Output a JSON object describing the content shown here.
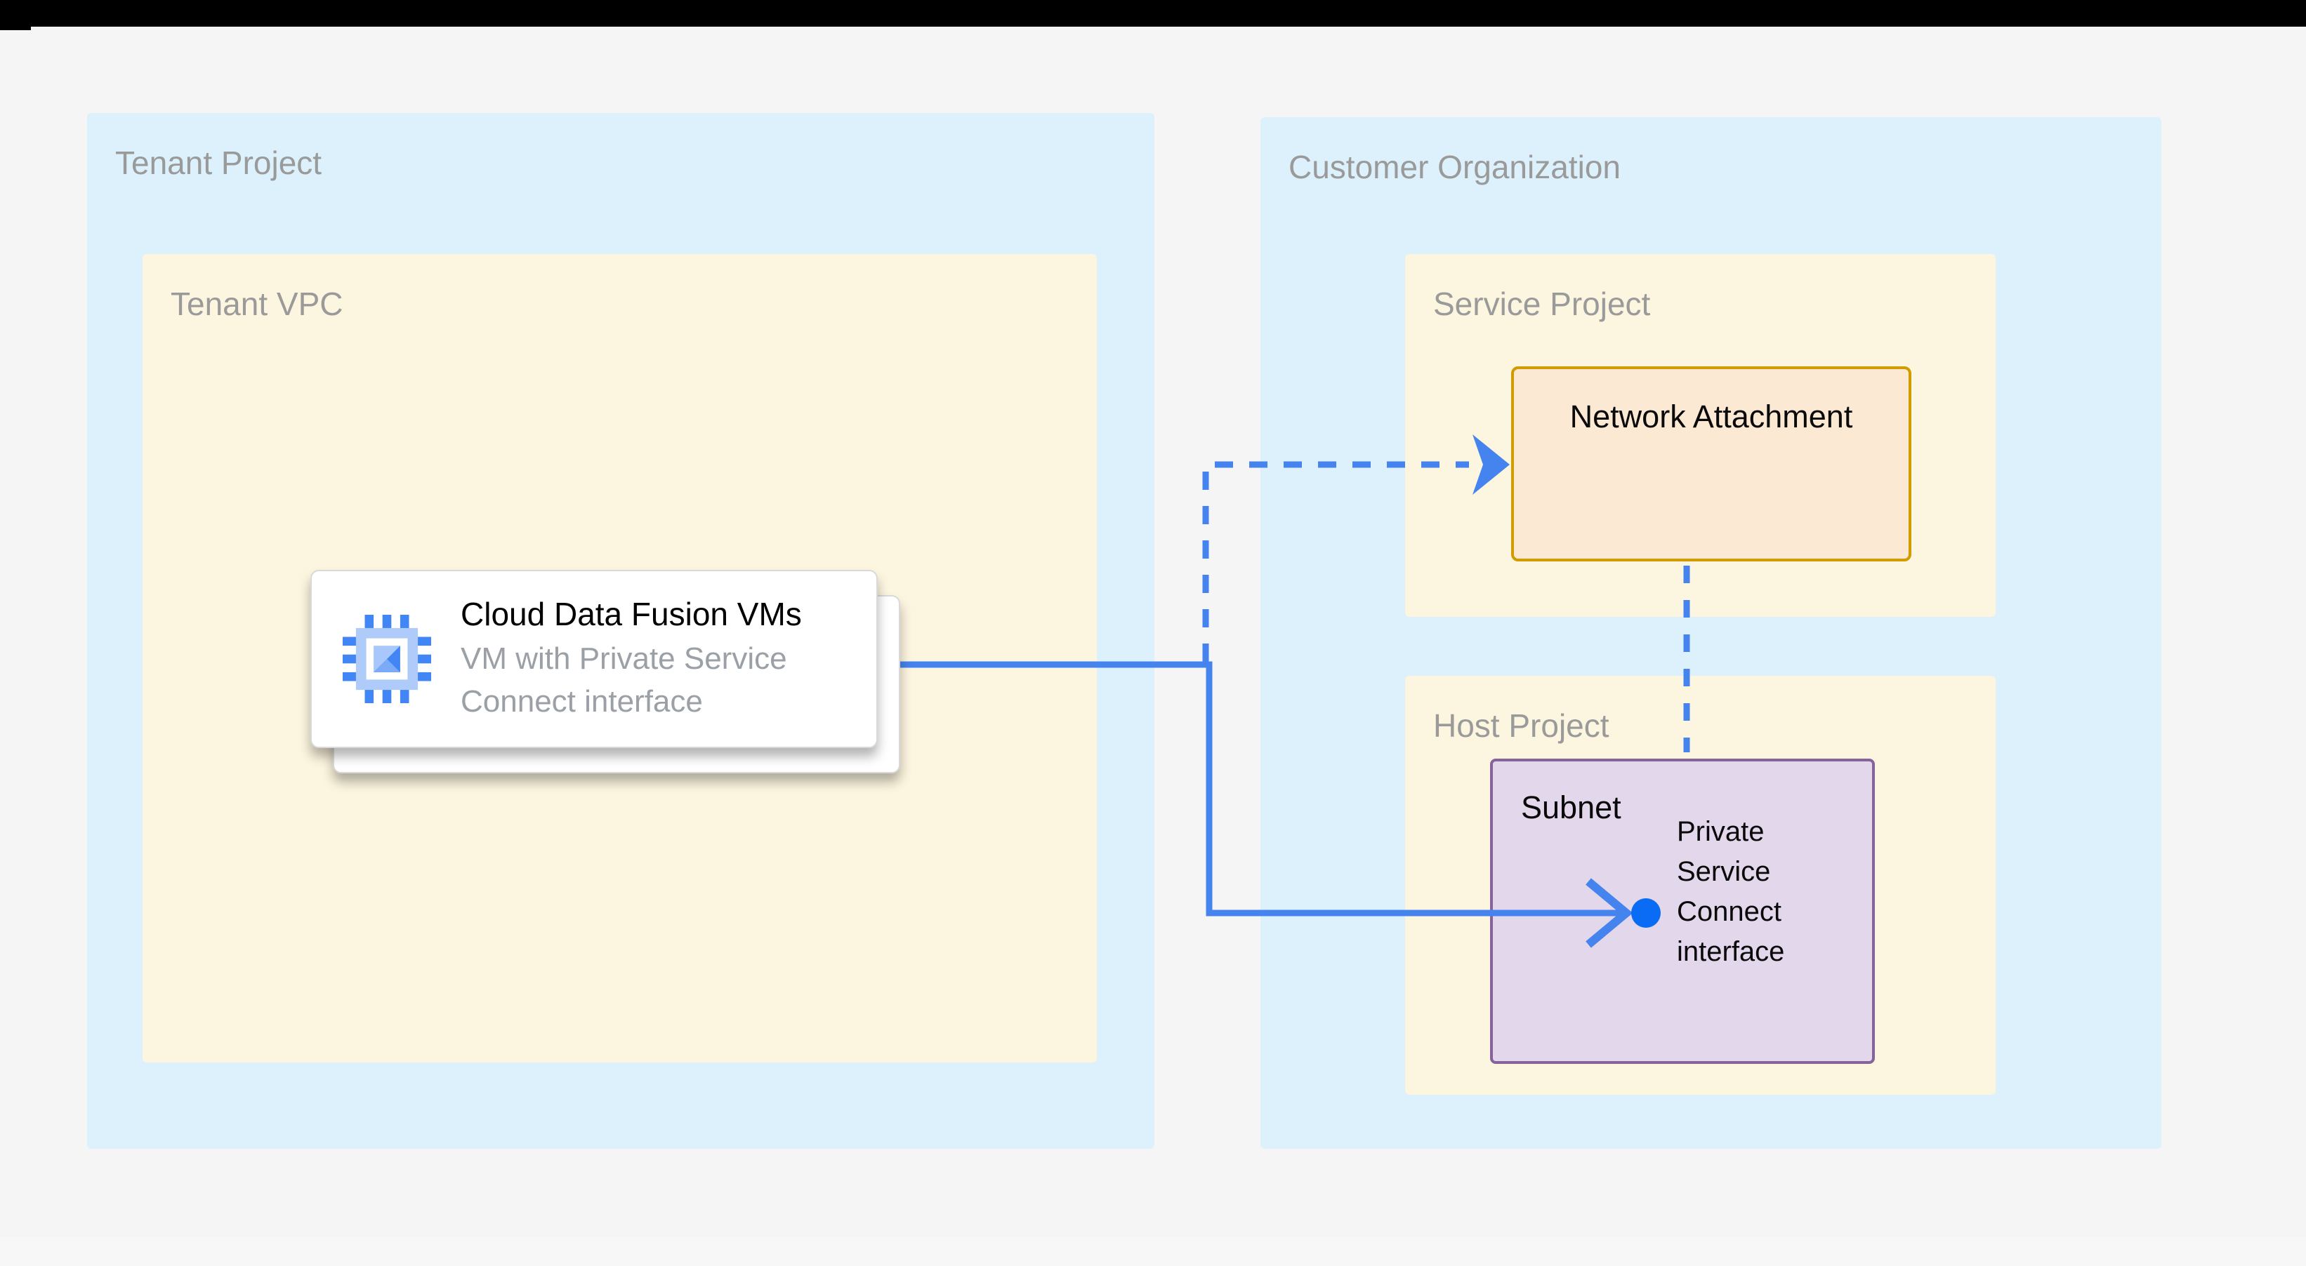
{
  "page": {
    "topbar_color": "#000000",
    "background": "#F5F5F5"
  },
  "containers": {
    "tenant_project": {
      "label": "Tenant Project",
      "fill": "#DCF1FC"
    },
    "tenant_vpc": {
      "label": "Tenant VPC",
      "fill": "#FCF5DF"
    },
    "customer_organization": {
      "label": "Customer Organization",
      "fill": "#DCF1FC"
    },
    "service_project": {
      "label": "Service Project",
      "fill": "#FCF5DF"
    },
    "host_project": {
      "label": "Host Project",
      "fill": "#FCF5DF"
    }
  },
  "nodes": {
    "cloud_data_fusion": {
      "title": "Cloud Data Fusion VMs",
      "subtitle": "VM with Private Service Connect interface",
      "icon": "compute-engine-chip-icon"
    },
    "network_attachment": {
      "label": "Network Attachment",
      "fill": "#FBE9D4",
      "border": "#D29B00"
    },
    "subnet": {
      "label": "Subnet",
      "fill": "#E3D7EB",
      "border": "#86639B"
    },
    "psc_interface": {
      "label": "Private Service Connect interface",
      "marker_color": "#0A6CF5"
    }
  },
  "connections": {
    "color": "#4583EE",
    "items": [
      {
        "from": "cloud-data-fusion-vms",
        "to": "network-attachment",
        "style": "dashed"
      },
      {
        "from": "cloud-data-fusion-vms",
        "to": "psc-interface",
        "style": "solid"
      },
      {
        "from": "network-attachment",
        "to": "subnet",
        "style": "dashed"
      }
    ]
  }
}
